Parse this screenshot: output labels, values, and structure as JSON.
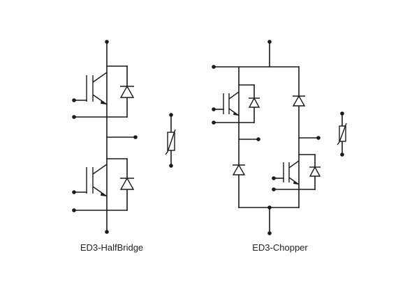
{
  "modules": [
    {
      "id": "halfbridge",
      "caption": "ED3-HalfBridge"
    },
    {
      "id": "chopper",
      "caption": "ED3-Chopper"
    }
  ],
  "colors": {
    "line": "#1a1a1a",
    "text": "#222222",
    "background": "#ffffff"
  },
  "symbols": [
    "igbt-icon",
    "diode-icon",
    "thermistor-icon",
    "terminal-dot"
  ]
}
